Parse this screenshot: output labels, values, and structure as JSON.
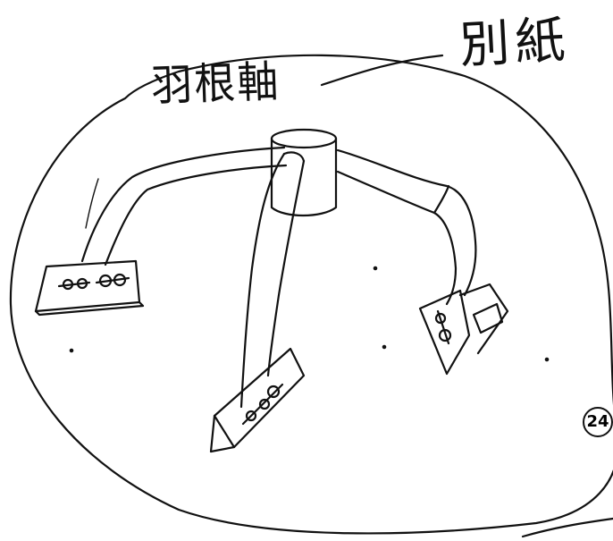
{
  "labels": {
    "part_name": "羽根軸",
    "attachment": "別紙",
    "page_number": "24"
  }
}
